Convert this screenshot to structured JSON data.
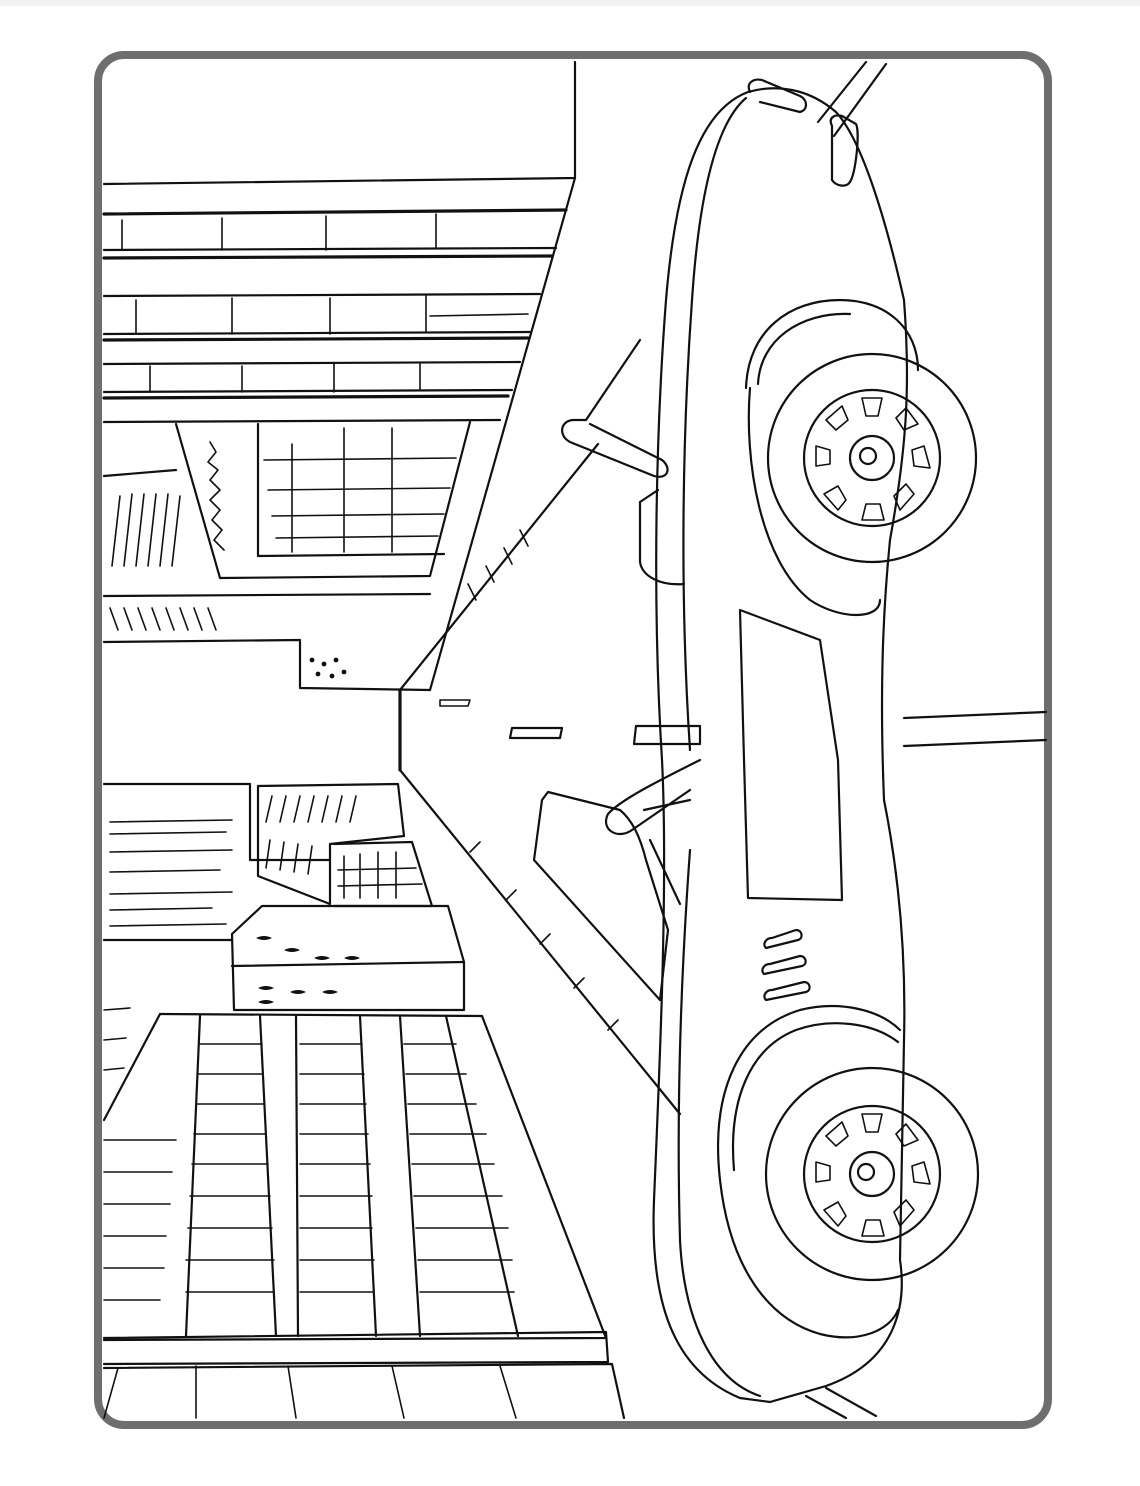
{
  "colors": {
    "frame": "#6e6e6e",
    "ink": "#111111",
    "paper": "#ffffff"
  },
  "illustration": {
    "subject": "vintage-convertible-car-on-city-street",
    "style": "line-art-coloring-page",
    "orientation": "rotated-90"
  }
}
